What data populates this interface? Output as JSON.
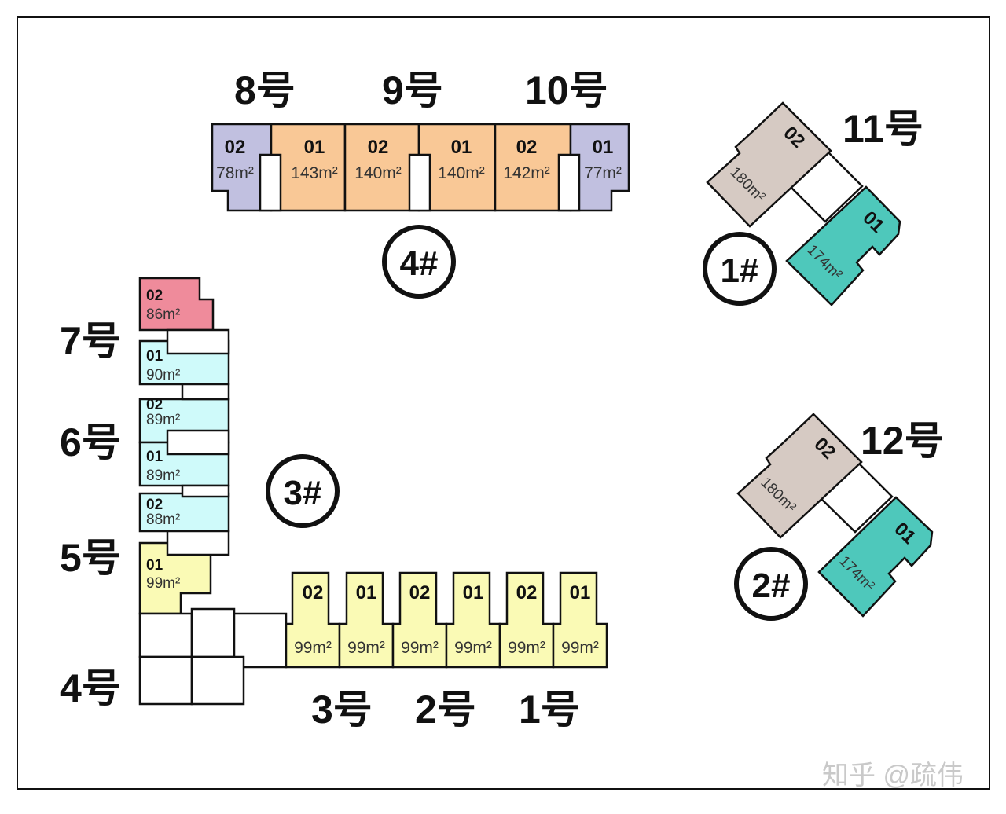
{
  "colors": {
    "lavender": "#c1c0e0",
    "orange": "#f9c896",
    "taupe": "#d6cac3",
    "teal": "#4ec8bb",
    "pink": "#ef8b9b",
    "lightblue": "#cffafa",
    "yellow": "#fafab5",
    "white": "#ffffff"
  },
  "buildings": {
    "b4": {
      "badge": "4#",
      "labels": [
        "8号",
        "9号",
        "10号"
      ],
      "units": [
        {
          "num": "02",
          "area": "78m²",
          "color": "lavender"
        },
        {
          "num": "01",
          "area": "143m²",
          "color": "orange"
        },
        {
          "num": "02",
          "area": "140m²",
          "color": "orange"
        },
        {
          "num": "01",
          "area": "140m²",
          "color": "orange"
        },
        {
          "num": "02",
          "area": "142m²",
          "color": "orange"
        },
        {
          "num": "01",
          "area": "77m²",
          "color": "lavender"
        }
      ]
    },
    "b1": {
      "badge": "1#",
      "label": "11号",
      "units": [
        {
          "num": "02",
          "area": "180m²",
          "color": "taupe"
        },
        {
          "num": "01",
          "area": "174m²",
          "color": "teal"
        }
      ]
    },
    "b2": {
      "badge": "2#",
      "label": "12号",
      "units": [
        {
          "num": "02",
          "area": "180m²",
          "color": "taupe"
        },
        {
          "num": "01",
          "area": "174m²",
          "color": "teal"
        }
      ]
    },
    "b3": {
      "badge": "3#",
      "side_labels": [
        "7号",
        "6号",
        "5号",
        "4号"
      ],
      "bottom_labels": [
        "3号",
        "2号",
        "1号"
      ],
      "side_units": [
        {
          "num": "02",
          "area": "86m²",
          "color": "pink"
        },
        {
          "num": "01",
          "area": "90m²",
          "color": "lightblue"
        },
        {
          "num": "02",
          "area": "89m²",
          "color": "lightblue"
        },
        {
          "num": "01",
          "area": "89m²",
          "color": "lightblue"
        },
        {
          "num": "02",
          "area": "88m²",
          "color": "lightblue"
        },
        {
          "num": "01",
          "area": "99m²",
          "color": "yellow"
        }
      ],
      "bottom_units": [
        {
          "num": "02",
          "area": "99m²",
          "color": "yellow"
        },
        {
          "num": "01",
          "area": "99m²",
          "color": "yellow"
        },
        {
          "num": "02",
          "area": "99m²",
          "color": "yellow"
        },
        {
          "num": "01",
          "area": "99m²",
          "color": "yellow"
        },
        {
          "num": "02",
          "area": "99m²",
          "color": "yellow"
        },
        {
          "num": "01",
          "area": "99m²",
          "color": "yellow"
        }
      ]
    }
  },
  "watermark": "知乎 @疏伟"
}
